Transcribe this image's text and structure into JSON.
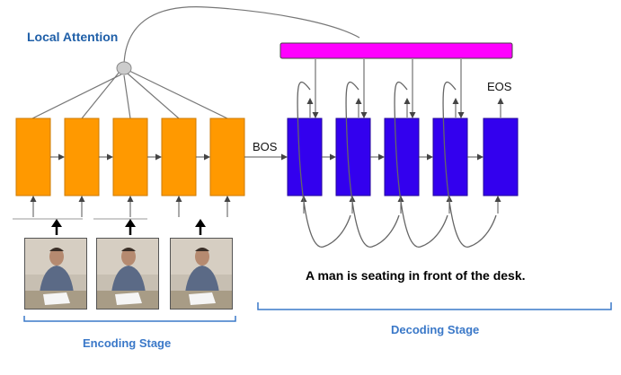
{
  "labels": {
    "local_attention": "Local Attention",
    "bos": "BOS",
    "eos": "EOS",
    "caption": "A man is seating in front of the desk.",
    "encoding_stage": "Encoding Stage",
    "decoding_stage": "Decoding Stage"
  },
  "colors": {
    "encoder": "#ff9900",
    "decoder": "#3300ee",
    "attention_bar": "#ff00ff",
    "attention_node": "#cccccc",
    "title_blue": "#1f5fa8"
  },
  "encoder_cell_count": 5,
  "decoder_cell_count": 5,
  "video_frame_count": 3
}
